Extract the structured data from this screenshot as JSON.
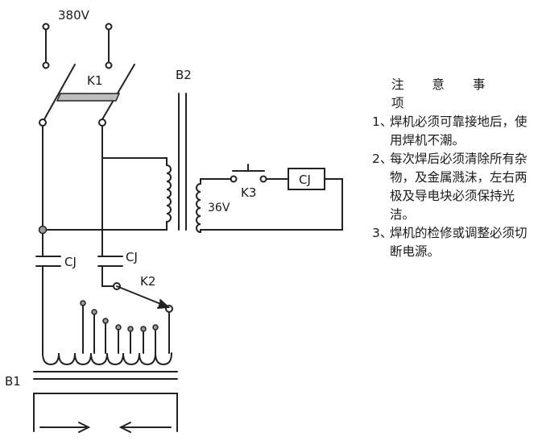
{
  "labels": {
    "voltage_main": "380V",
    "k1": "K1",
    "b2": "B2",
    "cj_top": "CJ",
    "cj_left": "CJ",
    "cj_right": "CJ",
    "voltage_control": "36V",
    "k3": "K3",
    "k2": "K2",
    "b1": "B1"
  },
  "notes": {
    "title": "注 意 事 项",
    "items": [
      {
        "num": "1、",
        "text": "焊机必须可靠接地后，使用焊机不潮。"
      },
      {
        "num": "2、",
        "text": "每次焊后必须清除所有杂物，及金属溅沫，左右两极及导电块必须保持光洁。"
      },
      {
        "num": "3、",
        "text": "焊机的检修或调整必须切断电源。"
      }
    ]
  }
}
